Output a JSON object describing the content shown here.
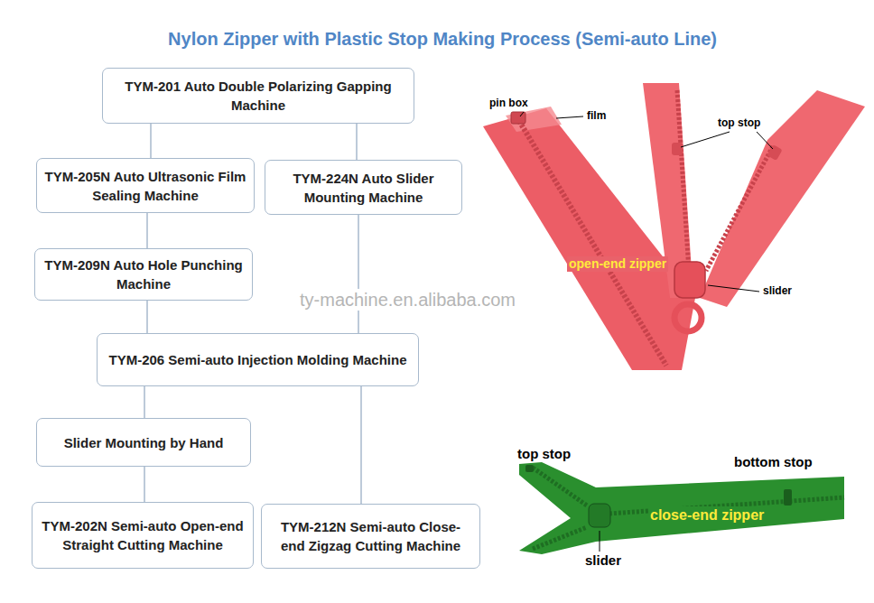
{
  "diagram": {
    "title": "Nylon Zipper with Plastic Stop Making Process (Semi-auto Line)",
    "nodes": [
      {
        "text": [
          "TYM-201 Auto Double Polarizing Gapping Machine"
        ]
      },
      {
        "text": [
          "TYM-205N Auto Ultrasonic Film Sealing Machine"
        ]
      },
      {
        "text": [
          "TYM-224N Auto Slider Mounting Machine"
        ]
      },
      {
        "text": [
          "TYM-209N Auto Hole Punching Machine"
        ]
      },
      {
        "text": [
          "TYM-206 Semi-auto Injection Molding Machine"
        ]
      },
      {
        "text": [
          "Slider Mounting by Hand"
        ]
      },
      {
        "text": [
          "TYM-202N Semi-auto Open-end Straight Cutting Machine"
        ]
      },
      {
        "text": [
          "TYM-212N Semi-auto Close-end Zigzag Cutting Machine"
        ]
      }
    ],
    "edges": [
      {
        "from": 0,
        "to": 1,
        "arrow": "none"
      },
      {
        "from": 0,
        "to": 2,
        "arrow": "none"
      },
      {
        "from": 1,
        "to": 3,
        "arrow": "none"
      },
      {
        "from": 2,
        "to": 4,
        "arrow": "none"
      },
      {
        "from": 3,
        "to": 4,
        "arrow": "none"
      },
      {
        "from": 4,
        "to": 5,
        "arrow": "none"
      },
      {
        "from": 4,
        "to": 7,
        "arrow": "none"
      },
      {
        "from": 5,
        "to": 6,
        "arrow": "none"
      }
    ],
    "labels": [
      "ty-machine.en.alibaba.com",
      "pin box",
      "film",
      "top stop",
      "open-end zipper",
      "slider",
      "top stop",
      "bottom stop",
      "close-end zipper",
      "slider"
    ]
  }
}
